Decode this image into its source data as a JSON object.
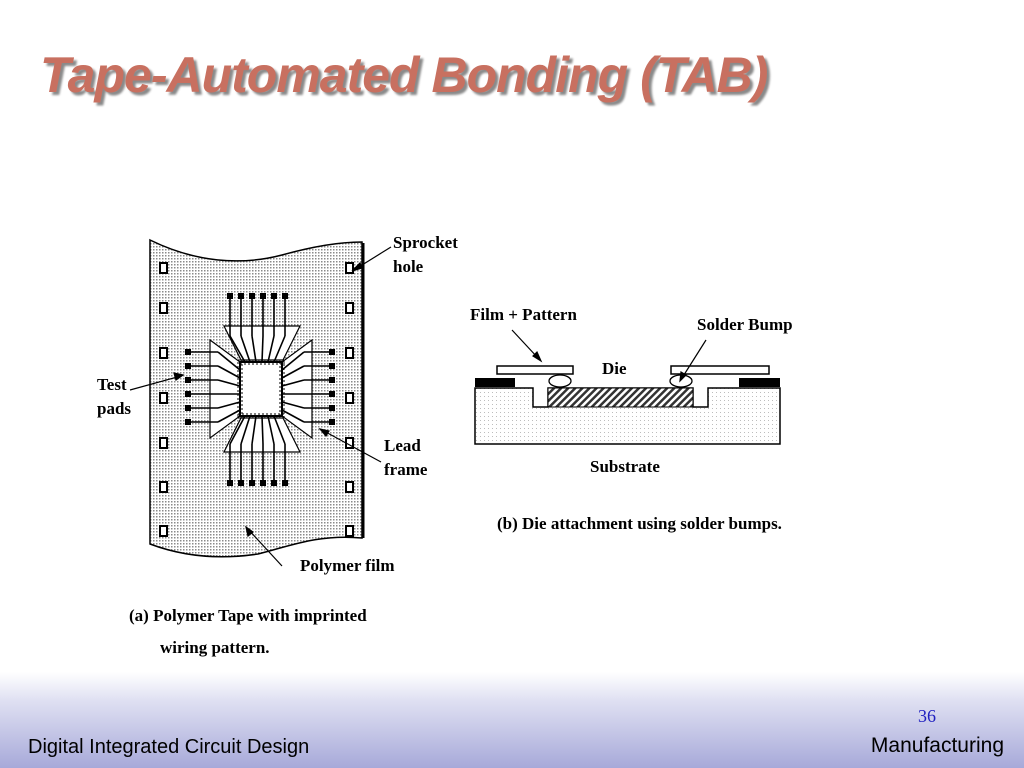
{
  "slide": {
    "title": "Tape-Automated Bonding (TAB)",
    "page_number": "36",
    "footer_left": "Digital Integrated Circuit Design",
    "footer_right": "Manufacturing"
  },
  "figure_a": {
    "labels": {
      "sprocket_hole_1": "Sprocket",
      "sprocket_hole_2": "hole",
      "test_pads_1": "Test",
      "test_pads_2": "pads",
      "lead_frame_1": "Lead",
      "lead_frame_2": "frame",
      "polymer_film": "Polymer film"
    },
    "caption_line1": "(a) Polymer Tape with imprinted",
    "caption_line2": "wiring pattern."
  },
  "figure_b": {
    "labels": {
      "film_pattern": "Film + Pattern",
      "solder_bump": "Solder Bump",
      "die": "Die",
      "substrate": "Substrate"
    },
    "caption": "(b) Die attachment using solder bumps."
  }
}
